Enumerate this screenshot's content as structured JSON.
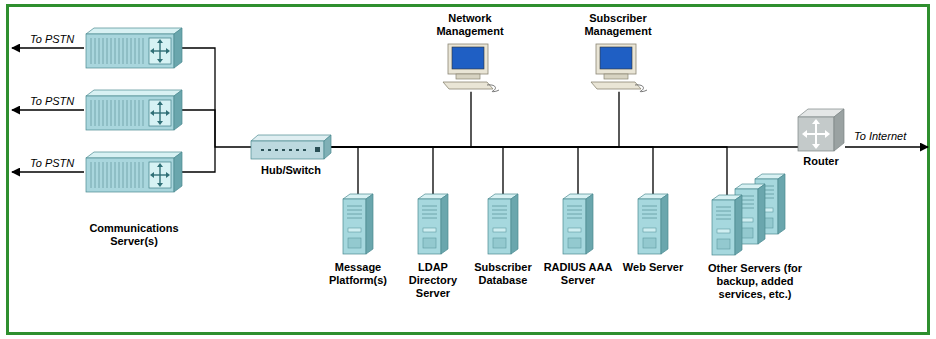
{
  "diagram": {
    "nodes": [
      {
        "text": [
          "Communications Server(s)"
        ]
      },
      {
        "text": [
          "Hub/Switch"
        ]
      },
      {
        "text": [
          "Network Management"
        ]
      },
      {
        "text": [
          "Subscriber Management"
        ]
      },
      {
        "text": [
          "Message Platform(s)"
        ]
      },
      {
        "text": [
          "LDAP Directory Server"
        ]
      },
      {
        "text": [
          "Subscriber Database"
        ]
      },
      {
        "text": [
          "RADIUS AAA Server"
        ]
      },
      {
        "text": [
          "Web Server"
        ]
      },
      {
        "text": [
          "Other Servers (for backup, added services, etc.)"
        ]
      },
      {
        "text": [
          "Router"
        ]
      }
    ],
    "edges": [
      {
        "from": 0,
        "to": 1,
        "arrow": "none"
      },
      {
        "from": 1,
        "to": 2,
        "arrow": "none"
      },
      {
        "from": 1,
        "to": 3,
        "arrow": "none"
      },
      {
        "from": 1,
        "to": 4,
        "arrow": "none"
      },
      {
        "from": 1,
        "to": 5,
        "arrow": "none"
      },
      {
        "from": 1,
        "to": 6,
        "arrow": "none"
      },
      {
        "from": 1,
        "to": 7,
        "arrow": "none"
      },
      {
        "from": 1,
        "to": 8,
        "arrow": "none"
      },
      {
        "from": 1,
        "to": 9,
        "arrow": "none"
      },
      {
        "from": 1,
        "to": 10,
        "arrow": "none"
      }
    ],
    "labels": [
      "To PSTN",
      "To PSTN",
      "To PSTN",
      "To Internet"
    ]
  }
}
